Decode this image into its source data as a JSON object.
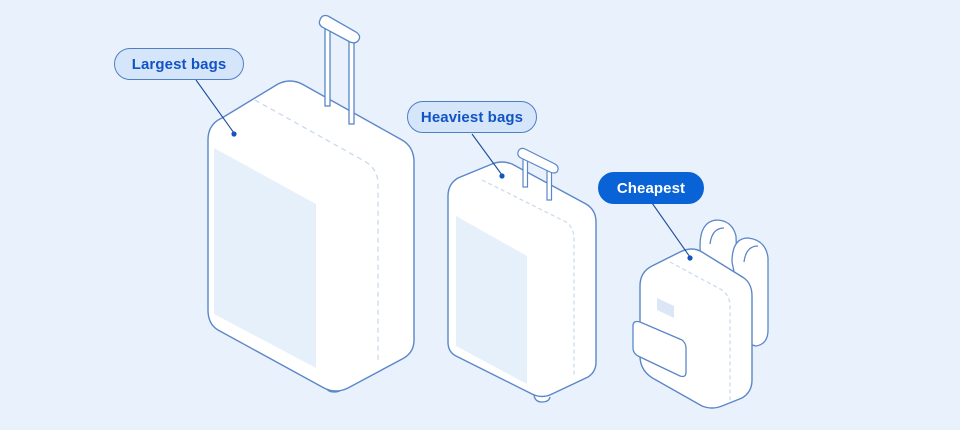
{
  "colors": {
    "background": "#e9f2fc",
    "outline": "#5b86c8",
    "bag_fill": "#ffffff",
    "panel_fill": "#e6f0fb",
    "dashed": "#c9d9ee",
    "pill_light_fill": "#d5e6fa",
    "pill_light_text": "#1254c4",
    "pill_dark_fill": "#0a63d6",
    "pill_dark_text": "#ffffff",
    "pointer": "#1a4f9c"
  },
  "labels": {
    "largest": "Largest bags",
    "heaviest": "Heaviest bags",
    "cheapest": "Cheapest"
  },
  "items": [
    {
      "name": "large-suitcase",
      "label_key": "largest"
    },
    {
      "name": "medium-suitcase",
      "label_key": "heaviest"
    },
    {
      "name": "backpack",
      "label_key": "cheapest"
    }
  ]
}
